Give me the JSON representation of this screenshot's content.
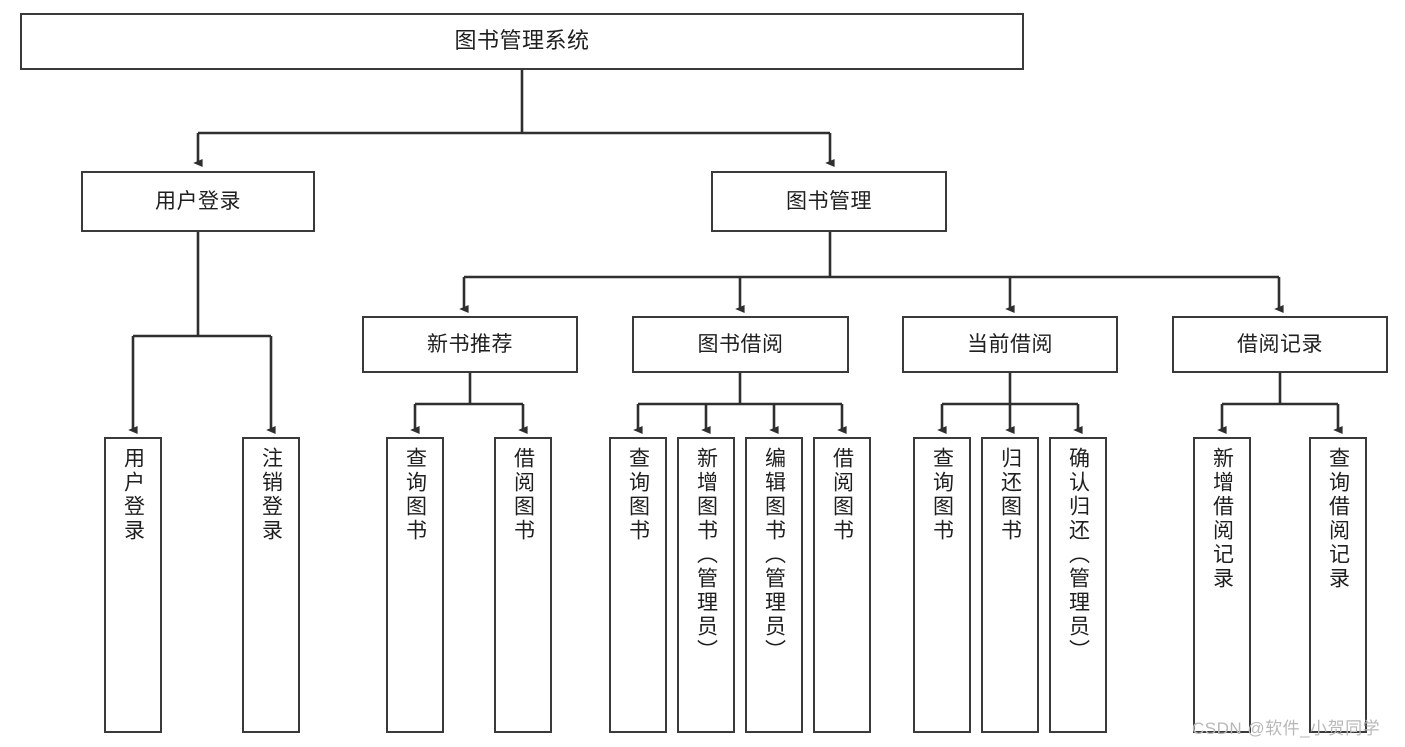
{
  "diagram": {
    "title": "图书管理系统",
    "type": "tree-hierarchy-diagram",
    "colors": {
      "box_border": "#3a3a3a",
      "box_fill": "#ffffff",
      "edge": "#2f2f2f",
      "text": "#1f1f1f",
      "watermark": "#b8b8b8",
      "background": "#ffffff"
    }
  },
  "root": {
    "label": "图书管理系统"
  },
  "level2": [
    {
      "label": "用户登录"
    },
    {
      "label": "图书管理"
    }
  ],
  "level3": [
    {
      "label": "新书推荐"
    },
    {
      "label": "图书借阅"
    },
    {
      "label": "当前借阅"
    },
    {
      "label": "借阅记录"
    }
  ],
  "leaves": {
    "user_login": [
      {
        "label": "用户登录"
      },
      {
        "label": "注销登录"
      }
    ],
    "new_book": [
      {
        "label": "查询图书"
      },
      {
        "label": "借阅图书"
      }
    ],
    "borrow_book": [
      {
        "label": "查询图书"
      },
      {
        "label": "新增图书（管理员）"
      },
      {
        "label": "编辑图书（管理员）"
      },
      {
        "label": "借阅图书"
      }
    ],
    "current_borrow": [
      {
        "label": "查询图书"
      },
      {
        "label": "归还图书"
      },
      {
        "label": "确认归还（管理员）"
      }
    ],
    "borrow_record": [
      {
        "label": "新增借阅记录"
      },
      {
        "label": "查询借阅记录"
      }
    ]
  },
  "watermark": {
    "text": "CSDN @软件_小贺同学"
  }
}
